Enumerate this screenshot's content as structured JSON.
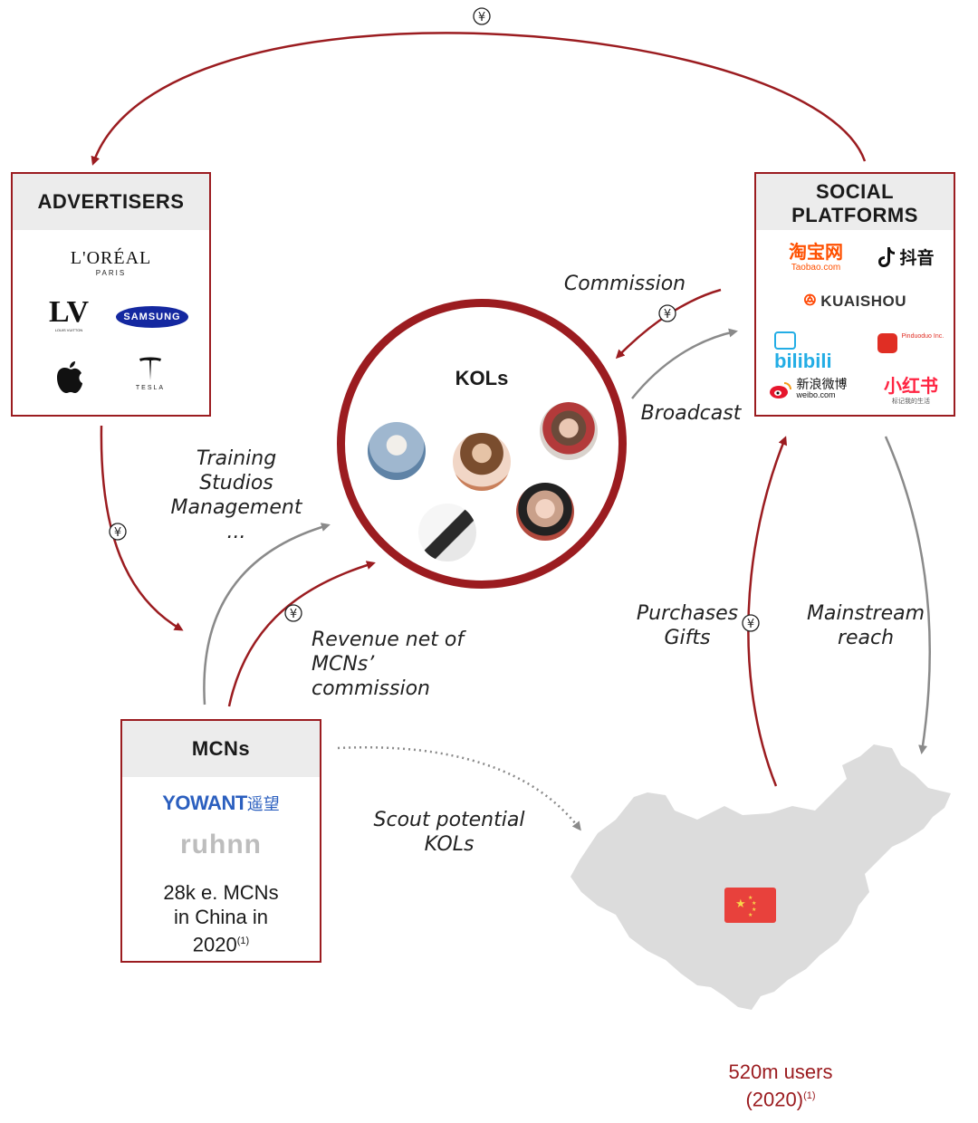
{
  "currency_symbol": "¥",
  "advertisers": {
    "title": "ADVERTISERS",
    "loreal": "L'ORÉAL",
    "loreal_sub": "PARIS",
    "lv_sub": "LOUIS VUITTON",
    "samsung": "SAMSUNG",
    "tesla": "TESLA"
  },
  "social": {
    "title_line1": "SOCIAL",
    "title_line2": "PLATFORMS",
    "taobao": "淘宝网",
    "taobao_sub": "Taobao.com",
    "douyin": "抖音",
    "kuaishou": "KUAISHOU",
    "bilibili": "bilibili",
    "pinduoduo": "Pinduoduo Inc.",
    "weibo": "新浪微博",
    "weibo_sub": "weibo.com",
    "xiaohongshu": "小红书",
    "xiaohongshu_sub": "标记我的生活"
  },
  "kols": {
    "title": "KOLs"
  },
  "mcns": {
    "title": "MCNs",
    "yowant": "YOWANT",
    "yowant_cn": "遥望",
    "ruhnn": "ruhnn",
    "stat_line1": "28k e. MCNs",
    "stat_line2": "in China in",
    "stat_year": "2020",
    "stat_note": "(1)"
  },
  "labels": {
    "commission": "Commission",
    "broadcast": "Broadcast",
    "training_line1": "Training",
    "training_line2": "Studios",
    "training_line3": "Management",
    "training_line4": "...",
    "revenue_line1": "Revenue net of",
    "revenue_line2": "MCNs’",
    "revenue_line3": "commission",
    "purchases_line1": "Purchases",
    "purchases_line2": "Gifts",
    "mainstream_line1": "Mainstream",
    "mainstream_line2": "reach",
    "scout_line1": "Scout potential",
    "scout_line2": "KOLs"
  },
  "users": {
    "line1": "520m users",
    "line2": "(2020)",
    "note": "(1)"
  },
  "colors": {
    "accent_red": "#9b1c20",
    "arrow_grey": "#8a8a8a",
    "header_grey": "#ececec",
    "map_grey": "#dcdcdc",
    "flag_red": "#e8413c",
    "flag_star": "#f7d64a"
  }
}
